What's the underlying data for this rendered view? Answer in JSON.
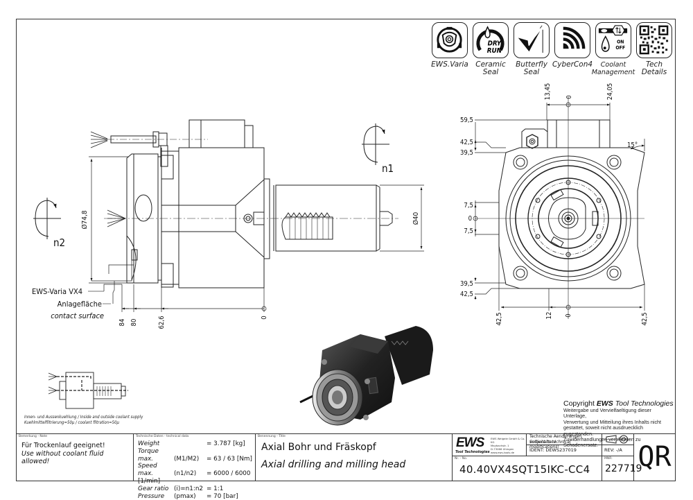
{
  "feature_icons": [
    {
      "icon": "ews-varia-icon",
      "label_lines": [
        "EWS.Varia"
      ]
    },
    {
      "icon": "ceramic-seal-dry-run-icon",
      "badge_lines": [
        "DRY",
        "RUN"
      ],
      "label_lines": [
        "Ceramic",
        "Seal"
      ]
    },
    {
      "icon": "butterfly-seal-icon",
      "label_lines": [
        "Butterfly",
        "Seal"
      ]
    },
    {
      "icon": "cybercon4-icon",
      "label_lines": [
        "CyberCon4"
      ]
    },
    {
      "icon": "coolant-management-icon",
      "badge_lines": [
        "ON",
        "OFF"
      ],
      "label_lines": [
        "Coolant",
        "Management"
      ]
    },
    {
      "icon": "qr-code-icon",
      "label_lines": [
        "Tech",
        "Details"
      ]
    }
  ],
  "side_view": {
    "rotation_labels": {
      "n1": "n1",
      "n2": "n2"
    },
    "dims": {
      "dia_flange": "Ø74,8",
      "dia_shank": "Ø40",
      "d84": "84",
      "d80": "80",
      "d62_6": "62,6",
      "d0": "0"
    },
    "callouts": {
      "varia": "EWS-Varia VX4",
      "contact_de": "Anlagefläche",
      "contact_en": "contact surface"
    }
  },
  "front_view": {
    "dims": {
      "top_13_45": "13,45",
      "top_0": "0",
      "top_24_05": "24,05",
      "left_59_5": "59,5",
      "left_42_5_top": "42,5",
      "left_39_5_top": "39,5",
      "left_7_5_top": "7,5",
      "left_0": "0",
      "left_7_5_bot": "7,5",
      "left_39_5_bot": "39,5",
      "left_42_5_bot": "42,5",
      "bot_42_5_left": "42,5",
      "bot_12": "12",
      "bot_0": "0",
      "bot_42_5_right": "42,5",
      "angle": "15°"
    }
  },
  "coolant_note": {
    "line1": "Innen- und Aussenkuehlung / Inside and outside coolant supply",
    "line2": "Kuehlmittelfiltrierung=50µ / coolant filtration=50µ"
  },
  "copyright": {
    "prefix": "Copyright ",
    "brand": "EWS",
    "suffix": " Tool Technologies",
    "text": [
      "Weitergabe und Vervielfaeltigung dieser Unterlage,",
      "Verwertung und Mitteilung ihres Inhalts nicht",
      "gestattet, soweit nicht ausdruecklich zugestanden.",
      "Zuwiderhandlungen verpflichten zu Schadenersatz."
    ]
  },
  "title_block": {
    "note_caption": "Bemerkung - Note",
    "note_de": "Für Trockenlauf geeignet!",
    "note_en": "Use without coolant fluid allowed!",
    "tech_caption": "Technische Daten - technical data",
    "tech_rows": [
      {
        "name": "Weight",
        "sym": "",
        "value": "3.787 [kg]"
      },
      {
        "name": "Torque max.",
        "sym": "(M1/M2)",
        "value": "63 / 63 [Nm]"
      },
      {
        "name": "Speed max.",
        "sym": "(n1/n2)",
        "value": "6000 / 6000 [1/min]"
      },
      {
        "name": "Gear ratio",
        "sym": "(i)=n1:n2",
        "value": "1:1"
      },
      {
        "name": "Pressure",
        "sym": "(pmax)",
        "value": "70 [bar]"
      }
    ],
    "title_caption": "Benennung - Title",
    "title_de": "Axial Bohr und Fräskopf",
    "title_en": "Axial drilling and milling head",
    "logo": "EWS",
    "logo_sub": "Tool Technologies",
    "company": [
      "EWS Weigele GmbH & Co. KG",
      "Maybachstr. 1",
      "D-73066 Uhingen",
      "www.ews-tools.de"
    ],
    "changes_de": "Technische Aenderungen vorbehalten!",
    "changes_en": "Subject to technical modifications!",
    "ident_label": "IDENT:",
    "ident_value": "DEWS237019",
    "rev_label": "REV:",
    "rev_value": "-/A",
    "nr_caption": "Nr. - No.",
    "part_number": "40.40VX4SQT15IKC-CC4",
    "mnr_caption": "MNR:",
    "mnr_value": "227719",
    "qr_label": "QR"
  }
}
